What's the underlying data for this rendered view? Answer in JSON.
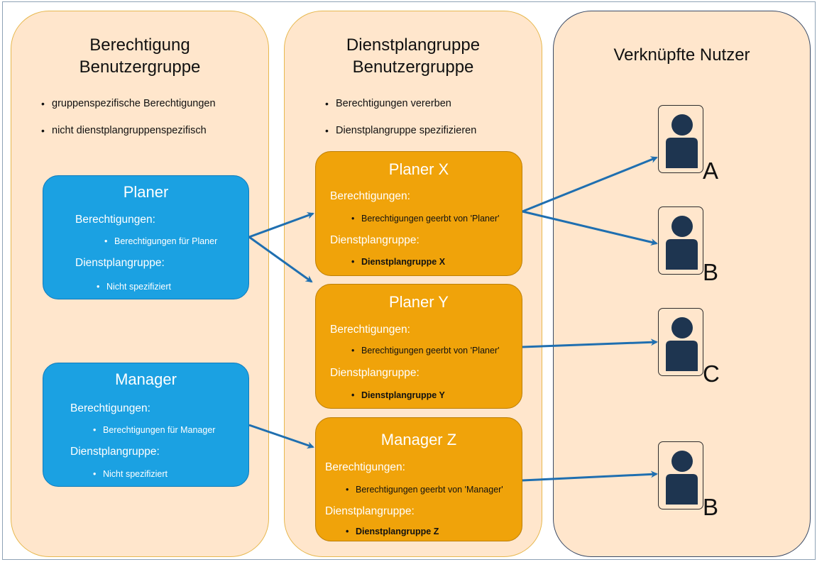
{
  "columns": {
    "left": {
      "title_line1": "Berechtigung",
      "title_line2": "Benutzergruppe",
      "bullets": [
        "gruppenspezifische Berechtigungen",
        "nicht dienstplangruppenspezifisch"
      ]
    },
    "mid": {
      "title_line1": "Dienstplangruppe",
      "title_line2": "Benutzergruppe",
      "bullets": [
        "Berechtigungen vererben",
        "Dienstplangruppe spezifizieren"
      ]
    },
    "right": {
      "title": "Verknüpfte Nutzer"
    }
  },
  "groups": {
    "planer": {
      "title": "Planer",
      "perm_label": "Berechtigungen:",
      "perm_item": "Berechtigungen für Planer",
      "dp_label": "Dienstplangruppe:",
      "dp_item": "Nicht spezifiziert"
    },
    "manager": {
      "title": "Manager",
      "perm_label": "Berechtigungen:",
      "perm_item": "Berechtigungen für Manager",
      "dp_label": "Dienstplangruppe:",
      "dp_item": "Nicht spezifiziert"
    },
    "planer_x": {
      "title": "Planer X",
      "perm_label": "Berechtigungen:",
      "perm_item": "Berechtigungen geerbt von 'Planer'",
      "dp_label": "Dienstplangruppe:",
      "dp_item": "Dienstplangruppe X"
    },
    "planer_y": {
      "title": "Planer Y",
      "perm_label": "Berechtigungen:",
      "perm_item": "Berechtigungen geerbt von 'Planer'",
      "dp_label": "Dienstplangruppe:",
      "dp_item": "Dienstplangruppe Y"
    },
    "manager_z": {
      "title": "Manager Z",
      "perm_label": "Berechtigungen:",
      "perm_item": "Berechtigungen geerbt von 'Manager'",
      "dp_label": "Dienstplangruppe:",
      "dp_item": "Dienstplangruppe Z"
    }
  },
  "users": [
    {
      "letter": "A"
    },
    {
      "letter": "B"
    },
    {
      "letter": "C"
    },
    {
      "letter": "B"
    }
  ],
  "colors": {
    "column_fill": "#ffe6cc",
    "blue_box": "#1ba1e2",
    "orange_box": "#f0a30a",
    "arrow": "#1f6fb0",
    "user_icon": "#1e3550"
  },
  "icons": {
    "user": "person-icon"
  }
}
